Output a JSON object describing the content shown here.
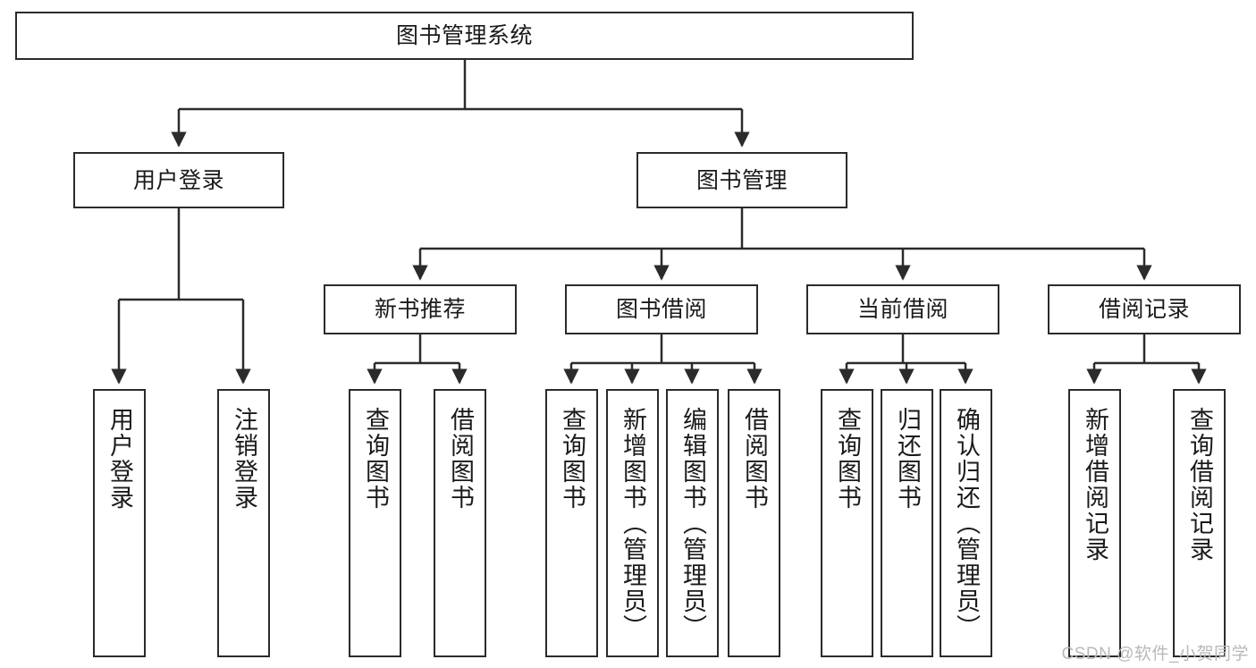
{
  "diagram": {
    "title": "图书管理系统",
    "type": "tree-hierarchy-chart",
    "watermark": "CSDN @软件_小贺同学",
    "colors": {
      "box_border": "#2b2b2b",
      "box_fill": "#ffffff",
      "edge": "#2b2b2b",
      "text": "#1a1a1a",
      "watermark": "#b9b9b9"
    }
  },
  "nodes": {
    "root": {
      "label": "图书管理系统"
    },
    "level2": [
      {
        "label": "用户登录"
      },
      {
        "label": "图书管理"
      }
    ],
    "level3": [
      {
        "label": "新书推荐"
      },
      {
        "label": "图书借阅"
      },
      {
        "label": "当前借阅"
      },
      {
        "label": "借阅记录"
      }
    ],
    "leaves": [
      {
        "label": "用户登录"
      },
      {
        "label": "注销登录"
      },
      {
        "label": "查询图书"
      },
      {
        "label": "借阅图书"
      },
      {
        "label": "查询图书"
      },
      {
        "label": "新增图书（管理员）"
      },
      {
        "label": "编辑图书（管理员）"
      },
      {
        "label": "借阅图书"
      },
      {
        "label": "查询图书"
      },
      {
        "label": "归还图书"
      },
      {
        "label": "确认归还（管理员）"
      },
      {
        "label": "新增借阅记录"
      },
      {
        "label": "查询借阅记录"
      }
    ]
  }
}
